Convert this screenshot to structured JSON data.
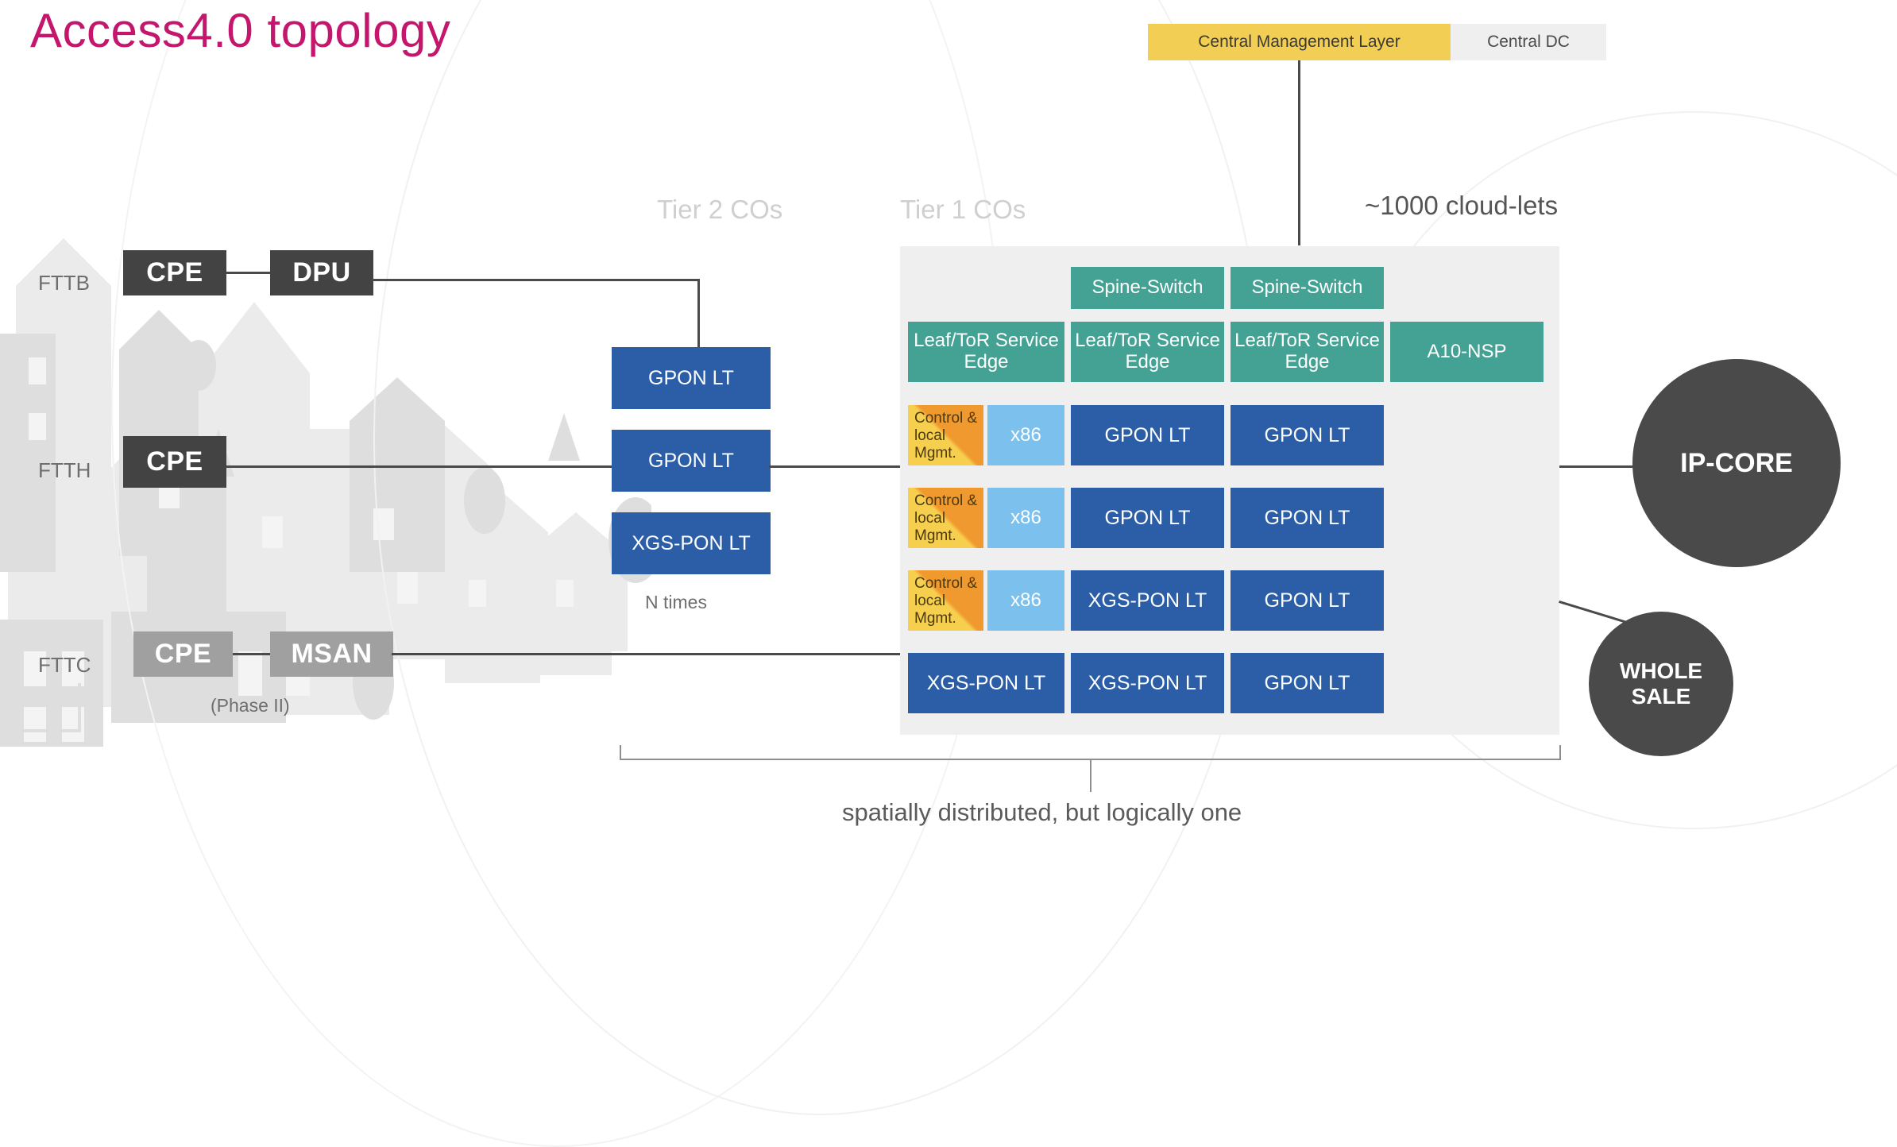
{
  "title": "Access4.0 topology",
  "legend": {
    "central_management_layer": "Central Management Layer",
    "central_dc": "Central DC"
  },
  "cloudlets_label": "~1000 cloud-lets",
  "tier_labels": {
    "tier2": "Tier 2 COs",
    "tier1": "Tier 1 COs"
  },
  "access": {
    "rows": [
      {
        "tech": "FTTB",
        "cpe": "CPE",
        "device": "DPU",
        "note": ""
      },
      {
        "tech": "FTTH",
        "cpe": "CPE",
        "device": "",
        "note": ""
      },
      {
        "tech": "FTTC",
        "cpe": "CPE",
        "device": "MSAN",
        "note": "(Phase II)"
      }
    ]
  },
  "tier2": {
    "boxes": [
      "GPON LT",
      "GPON LT",
      "XGS-PON LT"
    ],
    "caption": "N times"
  },
  "tier1": {
    "spine_switches": [
      "Spine-Switch",
      "Spine-Switch"
    ],
    "leaf_row": [
      "Leaf/ToR Service Edge",
      "Leaf/ToR Service Edge",
      "Leaf/ToR Service Edge",
      "A10-NSP"
    ],
    "control_label": "Control & local Mgmt.",
    "x86_label": "x86",
    "rows": [
      {
        "col1_type": "control",
        "col2": "GPON LT",
        "col3": "GPON LT"
      },
      {
        "col1_type": "control",
        "col2": "GPON LT",
        "col3": "GPON LT"
      },
      {
        "col1_type": "control",
        "col2": "XGS-PON LT",
        "col3": "GPON LT"
      },
      {
        "col1_type": "blue",
        "col1": "XGS-PON LT",
        "col2": "XGS-PON LT",
        "col3": "GPON LT"
      }
    ]
  },
  "core": {
    "ip_core": "IP-CORE",
    "wholesale_line1": "WHOLE",
    "wholesale_line2": "SALE"
  },
  "bottom_caption": "spatially distributed, but logically one",
  "colors": {
    "title": "#c4166c",
    "yellow": "#f2cf54",
    "teal": "#44a294",
    "blue": "#2b5ea7",
    "light_blue": "#7cc1ee",
    "orange": "#f0992f",
    "dark": "#434343",
    "mid_gray": "#a0a0a0",
    "panel": "#efefef"
  }
}
